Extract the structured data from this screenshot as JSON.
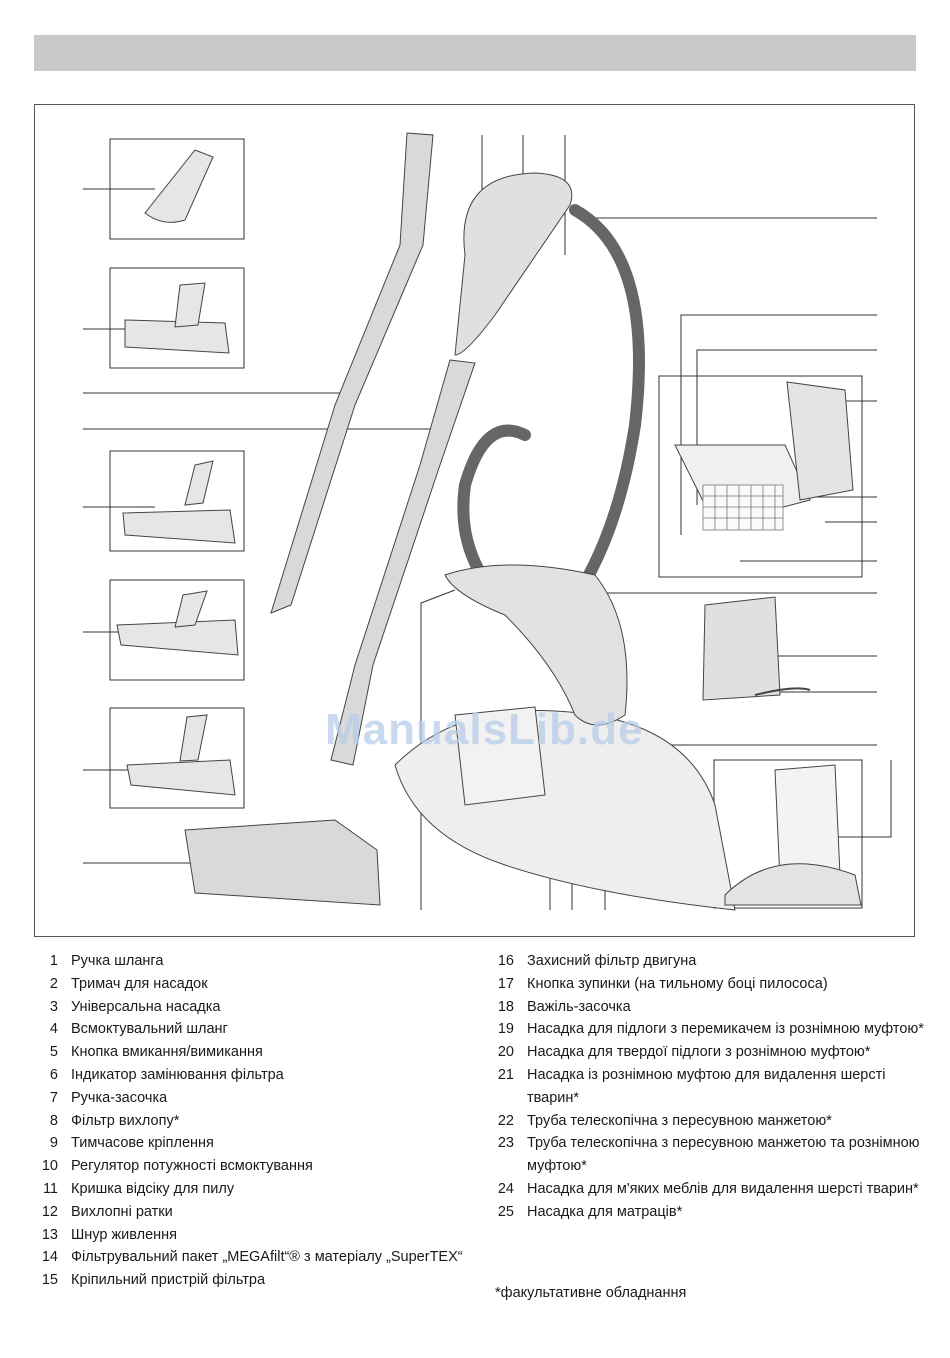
{
  "watermark": "ManualsLib.de",
  "legend_left": [
    {
      "num": "1",
      "text": "Ручка шланга"
    },
    {
      "num": "2",
      "text": "Тримач для насадок"
    },
    {
      "num": "3",
      "text": "Універсальна насадка"
    },
    {
      "num": "4",
      "text": "Всмоктувальний шланг"
    },
    {
      "num": "5",
      "text": "Кнопка вмикання/вимикання"
    },
    {
      "num": "6",
      "text": "Індикатор замінювання фільтра"
    },
    {
      "num": "7",
      "text": "Ручка-засочка"
    },
    {
      "num": "8",
      "text": "Фільтр вихлопу*"
    },
    {
      "num": "9",
      "text": "Тимчасове кріплення"
    },
    {
      "num": "10",
      "text": "Регулятор потужності всмоктування"
    },
    {
      "num": "11",
      "text": "Кришка відсіку для пилу"
    },
    {
      "num": "12",
      "text": "Вихлопні   ратки"
    },
    {
      "num": "13",
      "text": "Шнур живлення"
    },
    {
      "num": "14",
      "text": "Фільтрувальний пакет „MEGAfilt“® з матеріалу „SuperTEX“"
    },
    {
      "num": "15",
      "text": "Кріпильний пристрій фільтра"
    }
  ],
  "legend_right": [
    {
      "num": "16",
      "text": "Захисний фільтр двигуна"
    },
    {
      "num": "17",
      "text": "Кнопка зупинки (на тильному боці пилососа)"
    },
    {
      "num": "18",
      "text": "Важіль-засочка"
    },
    {
      "num": "19",
      "text": "Насадка для підлоги з перемикачем із рознімною муфтою*"
    },
    {
      "num": "20",
      "text": "Насадка для твердої підлоги з рознімною муфтою*"
    },
    {
      "num": "21",
      "text": "Насадка із рознімною муфтою для видалення шерсті тварин*"
    },
    {
      "num": "22",
      "text": "Труба телескопічна з пересувною манжетою*"
    },
    {
      "num": "23",
      "text": "Труба телескопічна з пересувною манжетою та рознімною муфтою*"
    },
    {
      "num": "24",
      "text": "Насадка для м'яких меблів для видалення шерсті тварин*"
    },
    {
      "num": "25",
      "text": "Насадка для матраців*"
    }
  ],
  "footnote": "*факультативне обладнання"
}
